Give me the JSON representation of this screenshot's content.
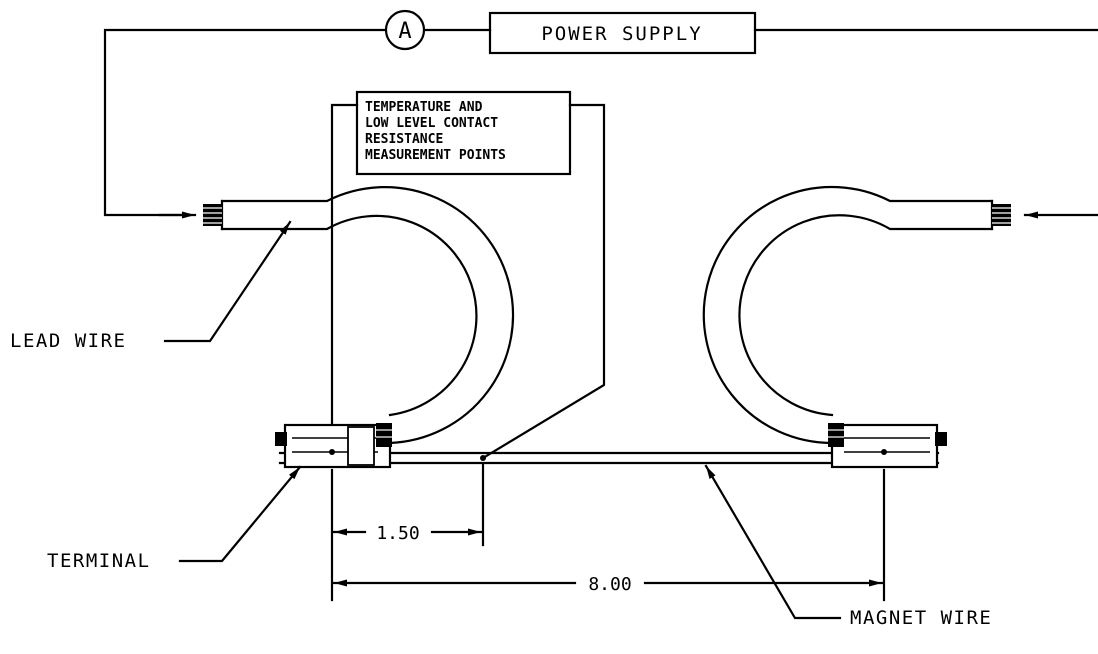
{
  "diagram": {
    "ammeter_symbol": "A",
    "power_supply_label": "POWER SUPPLY",
    "measurement_box_lines": [
      "TEMPERATURE AND",
      "LOW LEVEL CONTACT",
      "RESISTANCE",
      "MEASUREMENT POINTS"
    ],
    "labels": {
      "lead_wire": "LEAD WIRE",
      "terminal": "TERMINAL",
      "magnet_wire": "MAGNET WIRE"
    },
    "dimensions": {
      "short": "1.50",
      "long": "8.00"
    }
  }
}
